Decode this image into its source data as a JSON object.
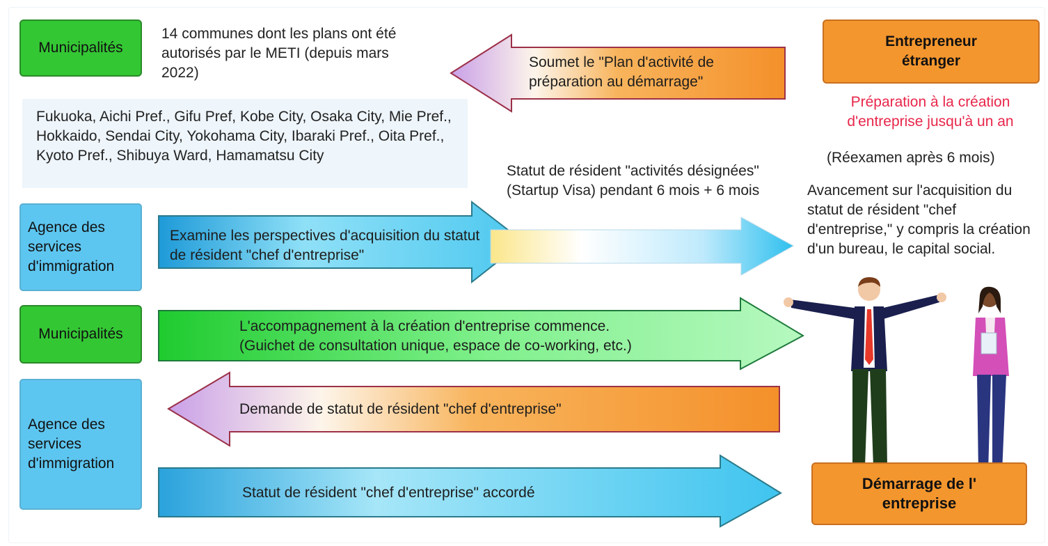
{
  "left": {
    "municipalities_top": "Municipalités",
    "immigration_1": "Agence des services d'immigration",
    "municipalities_2": "Municipalités",
    "immigration_2": "Agence des services d'immigration"
  },
  "communes_info": "14 communes dont les plans ont été autorisés par le METI (depuis mars 2022)",
  "communes_list": "Fukuoka, Aichi Pref., Gifu Pref, Kobe City, Osaka City, Mie Pref., Hokkaido, Sendai City, Yokohama City, Ibaraki Pref., Oita Pref., Kyoto Pref., Shibuya Ward, Hamamatsu City",
  "arrows": {
    "submit_plan": "Soumet le \"Plan d'activité de préparation au démarrage\"",
    "examine": "Examine les perspectives d'acquisition du statut de résident \"chef d'entreprise\"",
    "support_line1": "L'accompagnement à la création d'entreprise commence.",
    "support_line2": "(Guichet de consultation unique, espace de co-working, etc.)",
    "apply": "Demande de statut de résident \"chef d'entreprise\"",
    "granted": "Statut de résident \"chef d'entreprise\" accordé"
  },
  "visa_note": "Statut de résident \"activités désignées\" (Startup Visa) pendant 6 mois + 6 mois",
  "right": {
    "entrepreneur": "Entrepreneur étranger",
    "preparation": "Préparation à la création d'entreprise jusqu'à un an",
    "review": "(Réexamen après 6 mois)",
    "progress": "Avancement sur l'acquisition du statut de résident \"chef d'entreprise,\" y compris la création d'un bureau, le capital social.",
    "startup": "Démarrage de l' entreprise"
  },
  "colors": {
    "green": "#34c734",
    "blue": "#5dc6f0",
    "orange": "#f4962e",
    "red_text": "#e8264a"
  }
}
